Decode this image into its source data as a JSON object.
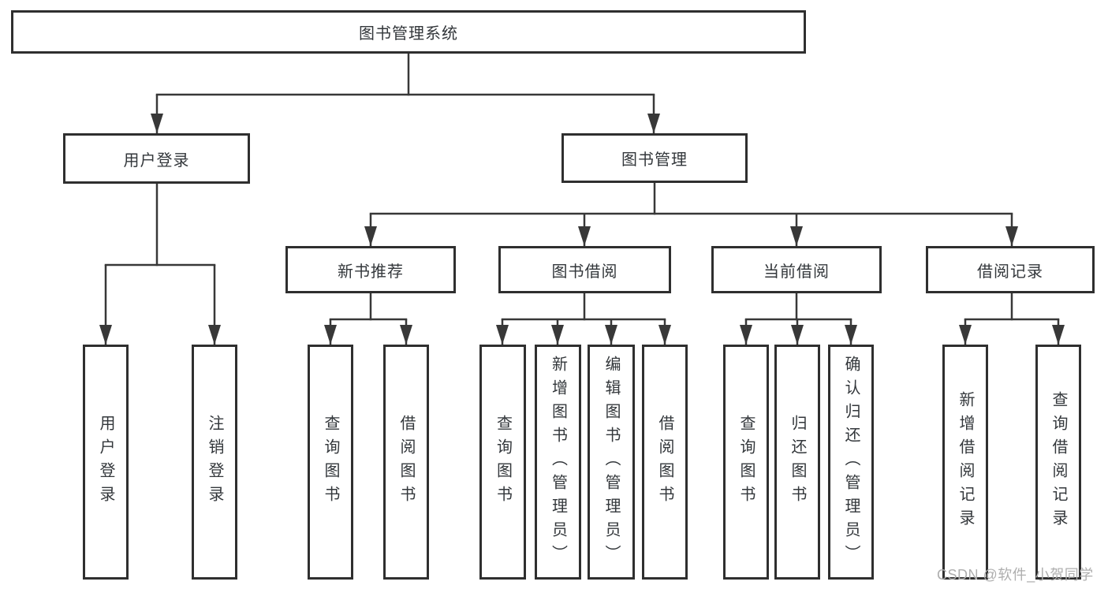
{
  "diagram_title": "图书管理系统",
  "tree": {
    "label": "图书管理系统",
    "children": [
      {
        "label": "用户登录",
        "children": [
          {
            "label": "用户登录"
          },
          {
            "label": "注销登录"
          }
        ]
      },
      {
        "label": "图书管理",
        "children": [
          {
            "label": "新书推荐",
            "children": [
              {
                "label": "查询图书"
              },
              {
                "label": "借阅图书"
              }
            ]
          },
          {
            "label": "图书借阅",
            "children": [
              {
                "label": "查询图书"
              },
              {
                "label": "新增图书（管理员）"
              },
              {
                "label": "编辑图书（管理员）"
              },
              {
                "label": "借阅图书"
              }
            ]
          },
          {
            "label": "当前借阅",
            "children": [
              {
                "label": "查询图书"
              },
              {
                "label": "归还图书"
              },
              {
                "label": "确认归还（管理员）"
              }
            ]
          },
          {
            "label": "借阅记录",
            "children": [
              {
                "label": "新增借阅记录"
              },
              {
                "label": "查询借阅记录"
              }
            ]
          }
        ]
      }
    ]
  },
  "watermark": {
    "text": "CSDN @软件_小贺同学"
  },
  "colors": {
    "line": "#383838",
    "border": "#2f2f2f",
    "text": "#33373b",
    "background": "#ffffff",
    "watermark": "#aeaeae"
  }
}
